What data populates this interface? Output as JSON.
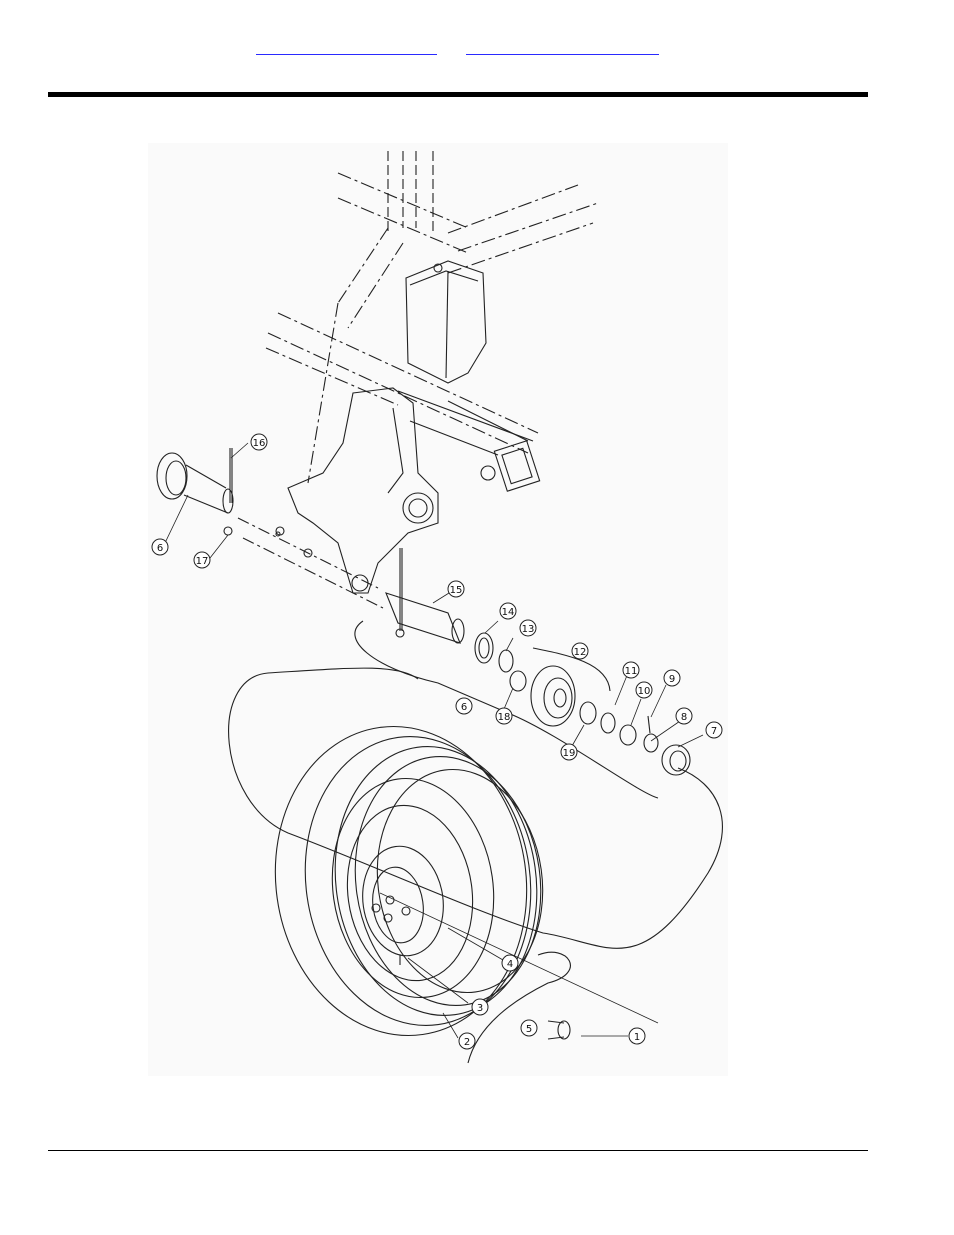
{
  "header": {
    "link_left": "",
    "link_right": ""
  },
  "figure": {
    "callouts": [
      "1",
      "2",
      "3",
      "4",
      "5",
      "6",
      "6",
      "7",
      "8",
      "9",
      "10",
      "11",
      "12",
      "13",
      "14",
      "15",
      "16",
      "17",
      "18",
      "19"
    ]
  }
}
